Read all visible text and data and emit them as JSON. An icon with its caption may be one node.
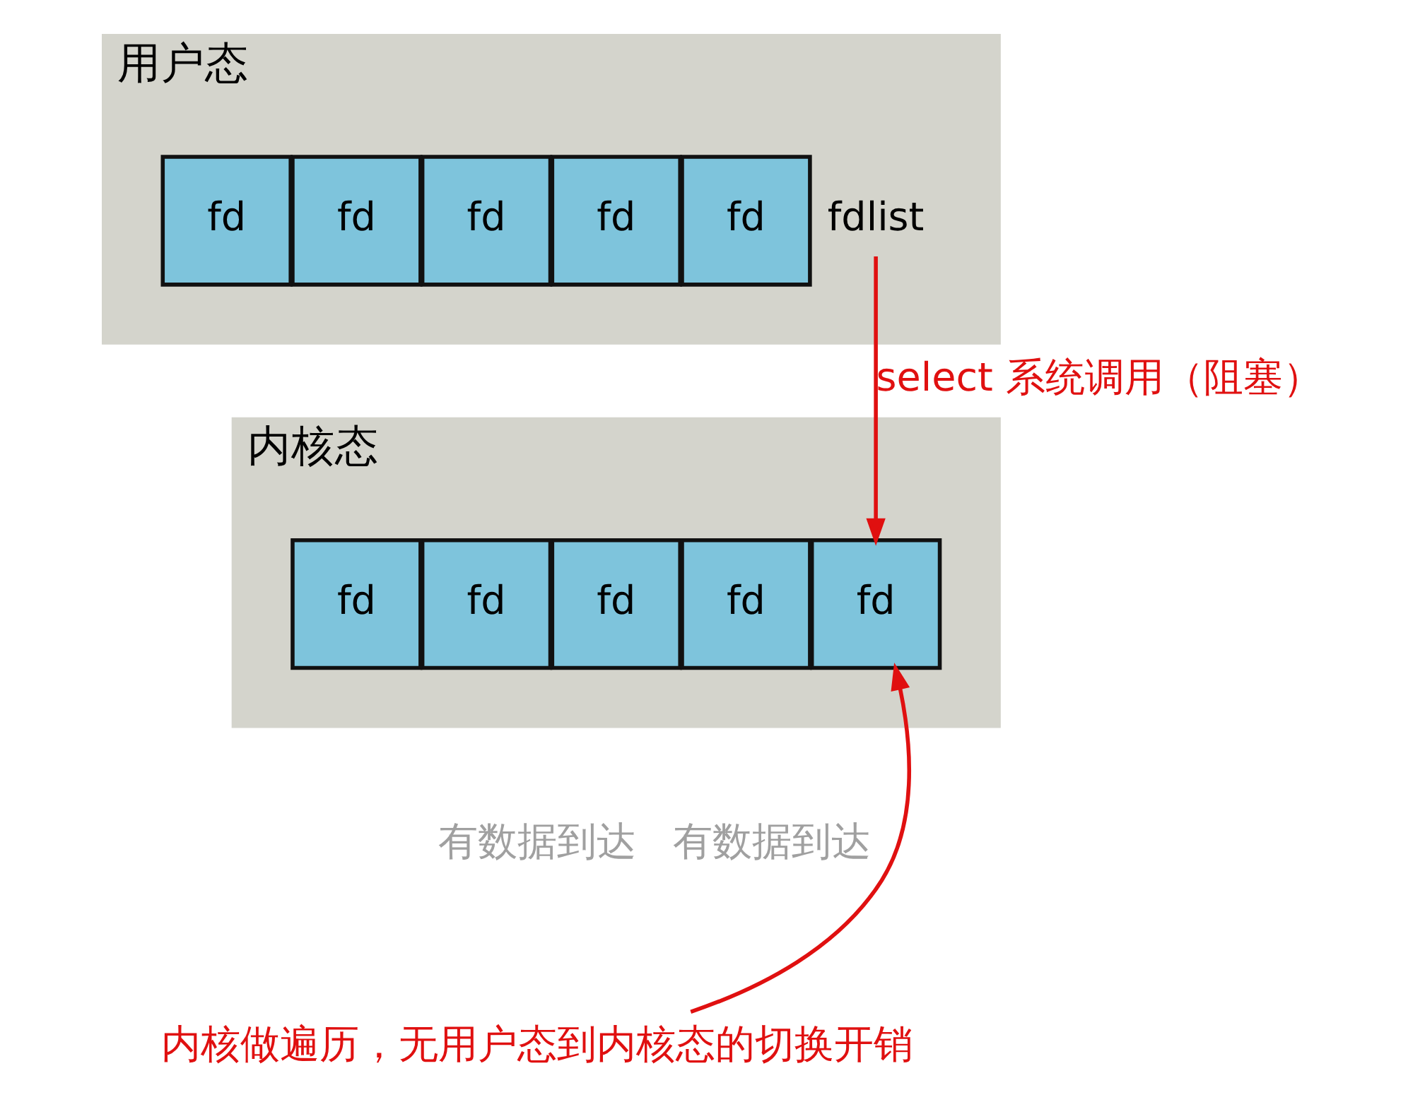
{
  "diagram": {
    "nodes": [
      {
        "text": [
          "用户态"
        ]
      },
      {
        "text": [
          "fdlist"
        ],
        "in": 0
      },
      {
        "text": [
          "fd"
        ],
        "in": 0
      },
      {
        "text": [
          "fd"
        ],
        "in": 0
      },
      {
        "text": [
          "fd"
        ],
        "in": 0
      },
      {
        "text": [
          "fd"
        ],
        "in": 0
      },
      {
        "text": [
          "fd"
        ],
        "in": 0
      },
      {
        "text": [
          "内核态"
        ]
      },
      {
        "text": [
          "fd"
        ],
        "in": 7
      },
      {
        "text": [
          "fd"
        ],
        "in": 7
      },
      {
        "text": [
          "fd"
        ],
        "in": 7
      },
      {
        "text": [
          "fd"
        ],
        "in": 7
      },
      {
        "text": [
          "fd"
        ],
        "in": 7
      },
      {
        "text": [
          "内核做遍历，无用户态到内核态的切换开销"
        ]
      }
    ],
    "edges": [
      {
        "from": 1,
        "to": 8,
        "arrow": "to",
        "label": "select 系统调用（阻塞）",
        "color": "#e01010"
      },
      {
        "from": 13,
        "to": 8,
        "arrow": "to",
        "color": "#e01010"
      }
    ],
    "labels": [
      "有数据到达",
      "有数据到达"
    ]
  }
}
